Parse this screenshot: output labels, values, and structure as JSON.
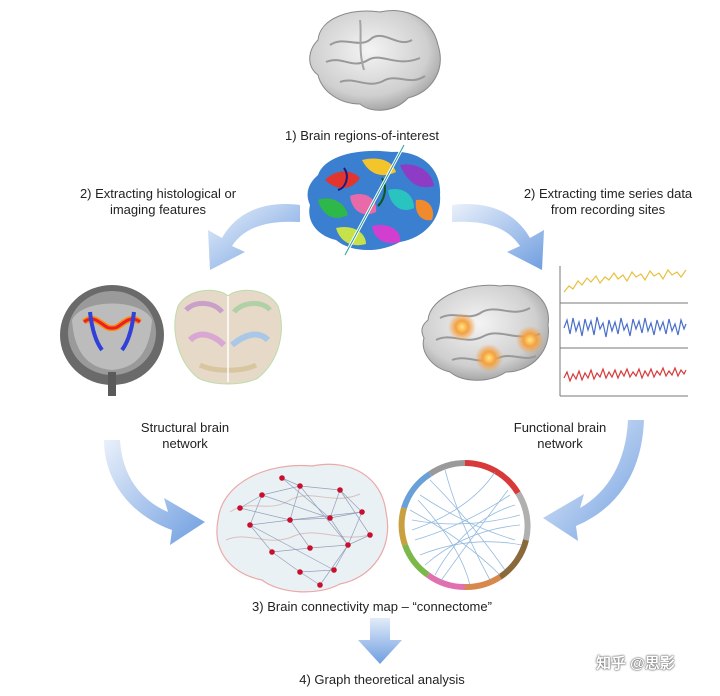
{
  "steps": {
    "roi": "1) Brain regions-of-interest",
    "extract_left": "2) Extracting histological or imaging features",
    "extract_right": "2) Extracting time series data from recording sites",
    "structural": "Structural brain network",
    "functional": "Functional brain network",
    "connectome": "3) Brain connectivity map – “connectome”",
    "graph": "4) Graph theoretical analysis"
  },
  "watermark": "知乎 @思影",
  "colors": {
    "arrow": "#6f9ee0",
    "series_yellow": "#e8c040",
    "series_blue": "#4a6fc8",
    "series_red": "#d83a3a",
    "node": "#c8102e"
  }
}
